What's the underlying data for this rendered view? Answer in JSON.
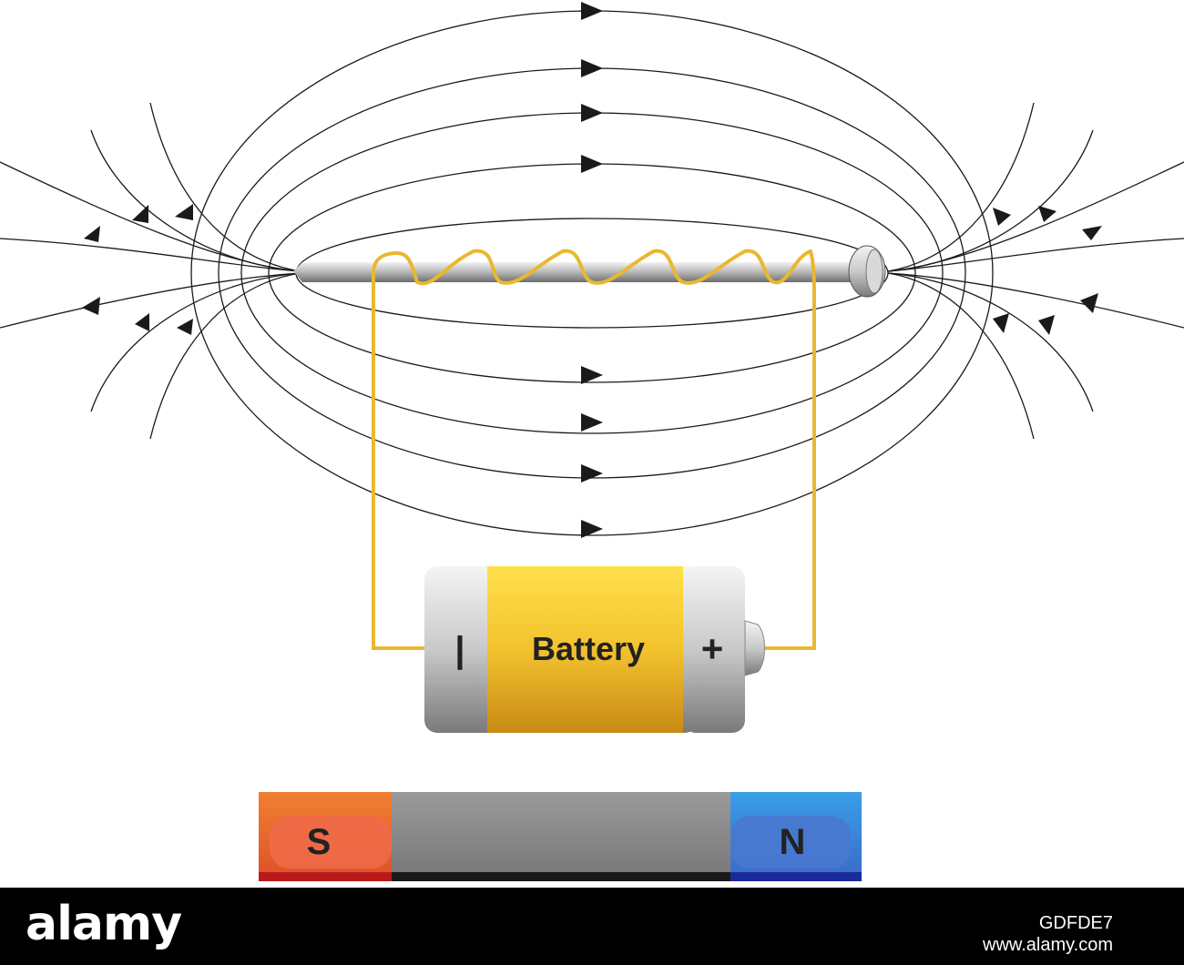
{
  "battery": {
    "label": "Battery",
    "negative_symbol": "|",
    "positive_symbol": "+"
  },
  "magnet": {
    "south_label": "S",
    "north_label": "N",
    "south_color": "#e8603c",
    "north_color": "#3a6fc9"
  },
  "colors": {
    "field_line": "#1a1a1a",
    "wire": "#e8b830",
    "battery_body": "#f2c22e"
  },
  "footer": {
    "brand": "alamy",
    "stock_id": "GDFDE7",
    "url": "www.alamy.com"
  }
}
